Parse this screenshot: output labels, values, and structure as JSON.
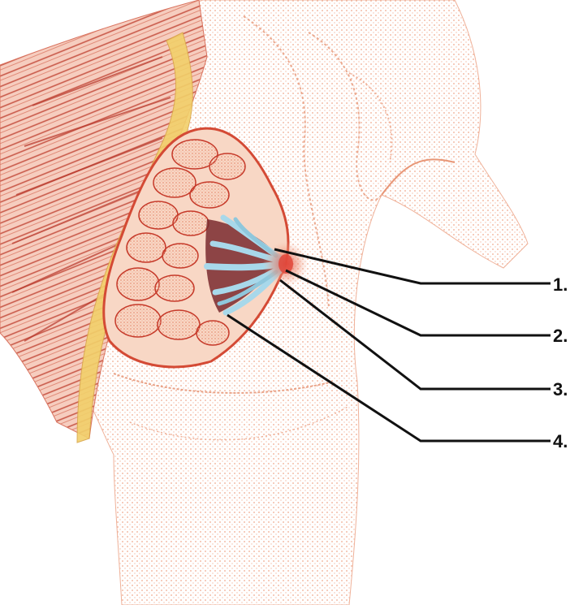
{
  "diagram": {
    "callouts": [
      {
        "number": "1."
      },
      {
        "number": "2."
      },
      {
        "number": "3."
      },
      {
        "number": "4."
      }
    ],
    "colors": {
      "skin_stipple": "#f3b49b",
      "skin_outline": "#e89676",
      "muscle_red": "#c63a2a",
      "fat_yellow": "#f0c85c",
      "lobule_fill": "#f6c9ae",
      "duct_blue": "#9fd2e6",
      "nipple_red": "#e0463a",
      "leader_line": "#111111"
    }
  }
}
